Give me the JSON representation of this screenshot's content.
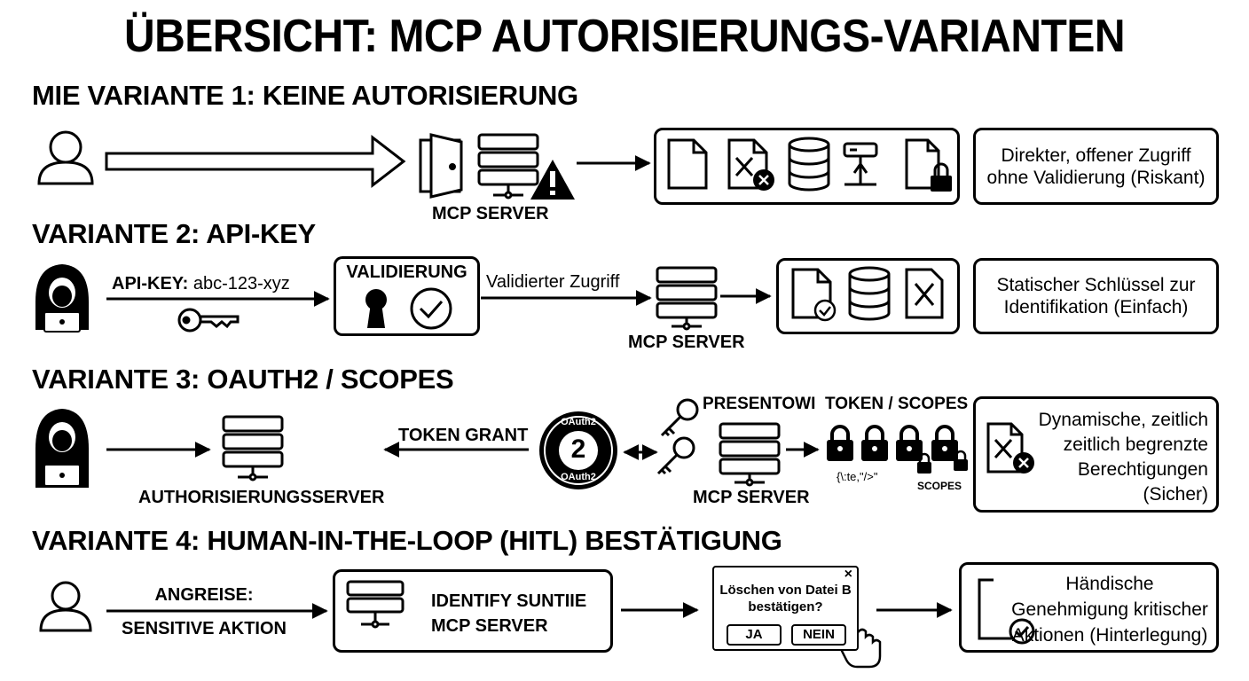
{
  "title": "ÜBERSICHT: MCP AUTORISIERUNGS-VARIANTEN",
  "v1": {
    "heading": "MIE VARIANTE 1: KEINE AUTORISIERUNG",
    "server_label": "MCP SERVER",
    "description": "Direkter, offener Zugriff ohne Validierung (Riskant)"
  },
  "v2": {
    "heading": "VARIANTE 2: API-KEY",
    "key_prefix": "API-KEY:",
    "key_value": "abc-123-xyz",
    "validation_label": "VALIDIERUNG",
    "access_label": "Validierter Zugriff",
    "server_label": "MCP SERVER",
    "description": "Statischer Schlüssel zur Identifikation (Einfach)"
  },
  "v3": {
    "heading": "VARIANTE 3: OAUTH2 / SCOPES",
    "auth_server_label": "AUTHORISIERUNGSSERVER",
    "token_grant_label": "TOKEN GRANT",
    "oauth_top": "OAuth2",
    "oauth_number": "2",
    "oauth_bottom": "OAuth2",
    "present_label": "PRESENTOWI",
    "tokens_label": "TOKEN / SCOPES",
    "server_label": "MCP SERVER",
    "code_text": "{\\:te,\"/>\"",
    "scopes_small": "SCOPES",
    "description": "Dynamische, zeitlich zeitlich begrenzte Berechtigungen (Sicher)"
  },
  "v4": {
    "heading": "VARIANTE 4: HUMAN-IN-THE-LOOP (HITL) BESTÄTIGUNG",
    "attack_line1": "ANGREISE:",
    "attack_line2": "SENSITIVE AKTION",
    "server_line1": "IDENTIFY SUNTIIE",
    "server_line2": "MCP SERVER",
    "dialog_close": "×",
    "dialog_line1": "Löschen von Datei B",
    "dialog_line2": "bestätigen?",
    "yes_button": "JA",
    "no_button": "NEIN",
    "description": "Händische Genehmigung kritischer Aktionen (Hinterlegung)"
  }
}
